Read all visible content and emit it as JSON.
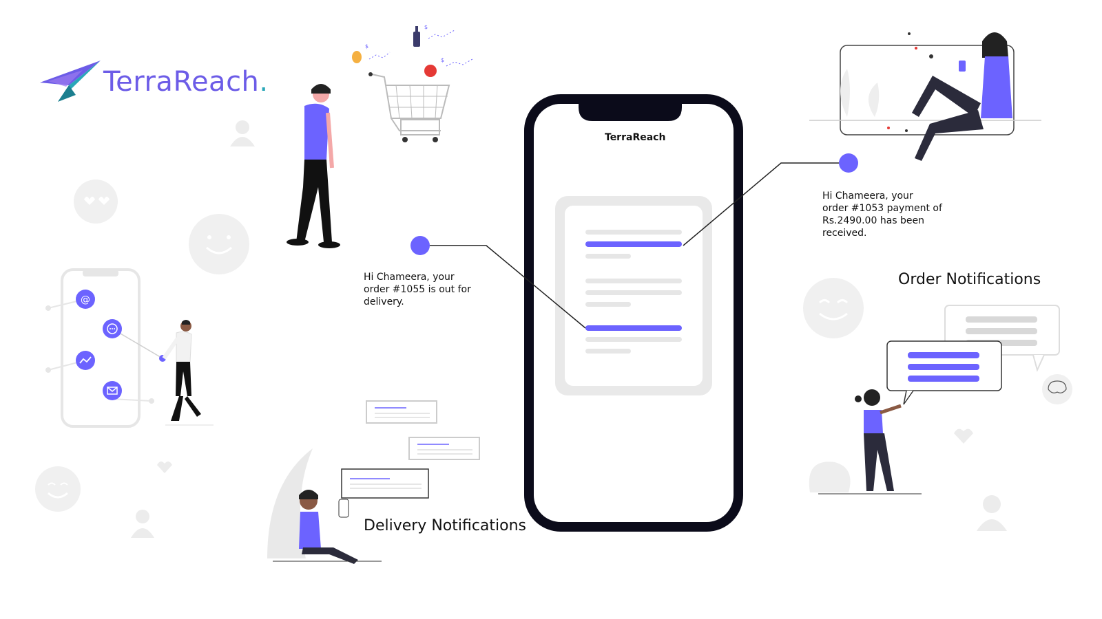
{
  "brand": {
    "name": "TerraReach",
    "dot": ".",
    "accent": "#6c63ff"
  },
  "phone": {
    "title": "TerraReach"
  },
  "notifications": {
    "delivery_message": [
      "Hi Chameera, your",
      "order #1055 is out for",
      "delivery."
    ],
    "payment_message": [
      "Hi Chameera, your",
      "order #1053 payment of",
      "Rs.2490.00 has been",
      "received."
    ],
    "delivery_heading": "Delivery Notifications",
    "order_heading": "Order Notifications"
  },
  "icons": [
    "paper-plane-logo-icon",
    "at-sign-icon",
    "chat-icon",
    "trend-icon",
    "mail-icon",
    "heart-icon",
    "smiley-icon",
    "user-icon",
    "cart-icon"
  ],
  "colors": {
    "purple": "#6c63ff",
    "dark": "#0b0b1a",
    "light_gray": "#e6e6e6"
  }
}
